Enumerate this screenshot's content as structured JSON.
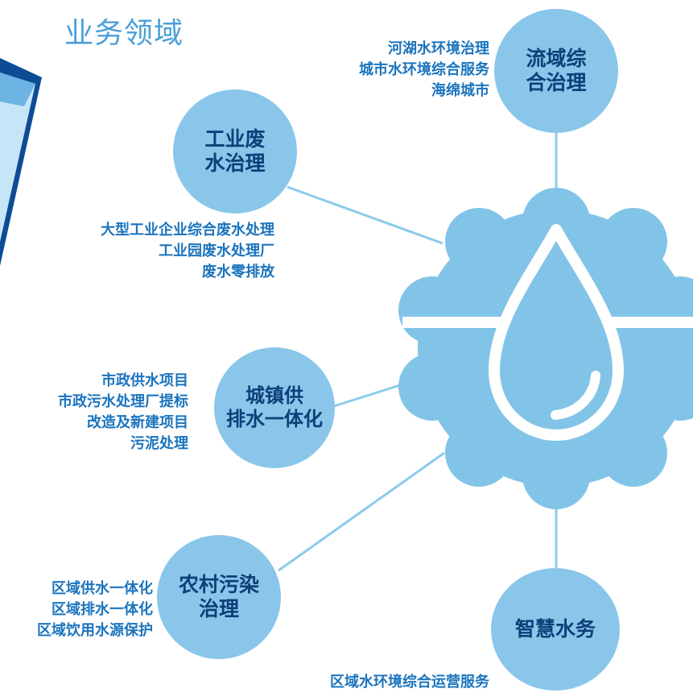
{
  "title": "业务领域",
  "colors": {
    "accent": "#4a9fd8",
    "node_fill": "#89c6ea",
    "node_text": "#0d3f78",
    "desc_text": "#1b74bd",
    "line": "#8ccbec",
    "hub_fill": "#82c4e8"
  },
  "hub": {
    "icon": "water-drop-icon"
  },
  "nodes": [
    {
      "id": "watershed",
      "line1": "流域综",
      "line2": "合治理",
      "items": [
        "河湖水环境治理",
        "城市水环境综合服务",
        "海绵城市"
      ]
    },
    {
      "id": "industrial",
      "line1": "工业废",
      "line2": "水治理",
      "items": [
        "大型工业企业综合废水处理",
        "工业园废水处理厂",
        "废水零排放"
      ]
    },
    {
      "id": "urban",
      "line1": "城镇供",
      "line2": "排水一体化",
      "items": [
        "市政供水项目",
        "市政污水处理厂提标",
        "改造及新建项目",
        "污泥处理"
      ]
    },
    {
      "id": "rural",
      "line1": "农村污染",
      "line2": "治理",
      "items": [
        "区域供水一体化",
        "区域排水一体化",
        "区域饮用水源保护"
      ]
    },
    {
      "id": "smart",
      "line1": "智慧水务",
      "line2": "",
      "items": [
        "区域水环境综合运营服务"
      ]
    }
  ]
}
